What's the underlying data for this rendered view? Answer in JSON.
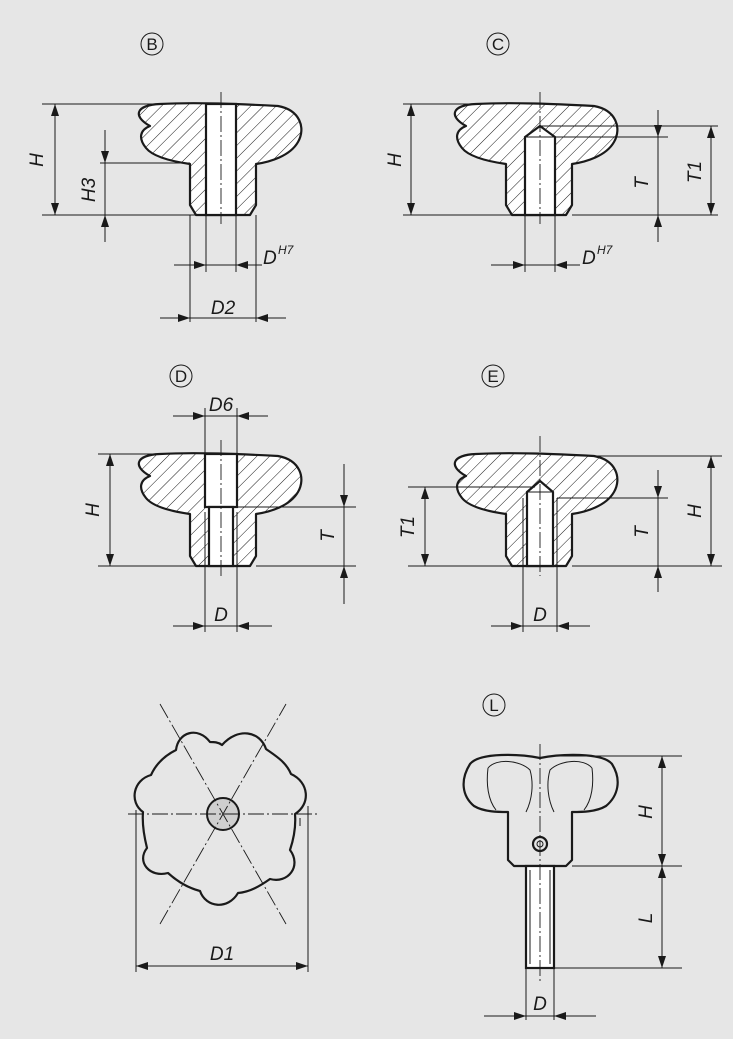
{
  "views": [
    {
      "badge": "B",
      "labels": {
        "height": "H",
        "bore_depth": "H3",
        "bore_dia": "D",
        "bore_tol": "H7",
        "hub_dia": "D2"
      }
    },
    {
      "badge": "C",
      "labels": {
        "height": "H",
        "drill_depth": "T",
        "total_depth": "T1",
        "bore_dia": "D",
        "bore_tol": "H7"
      }
    },
    {
      "badge": "D",
      "labels": {
        "height": "H",
        "counterbore": "D6",
        "thread_depth": "T",
        "thread_dia": "D"
      }
    },
    {
      "badge": "E",
      "labels": {
        "total_depth": "T1",
        "thread_depth": "T",
        "height": "H",
        "thread_dia": "D"
      }
    },
    {
      "badge": "",
      "labels": {
        "outer_dia": "D1"
      }
    },
    {
      "badge": "L",
      "labels": {
        "height": "H",
        "stud_length": "L",
        "thread_dia": "D"
      }
    }
  ],
  "colors": {
    "background": "#e6e6e6",
    "line": "#1a1a1a",
    "fill": "#ffffff"
  }
}
